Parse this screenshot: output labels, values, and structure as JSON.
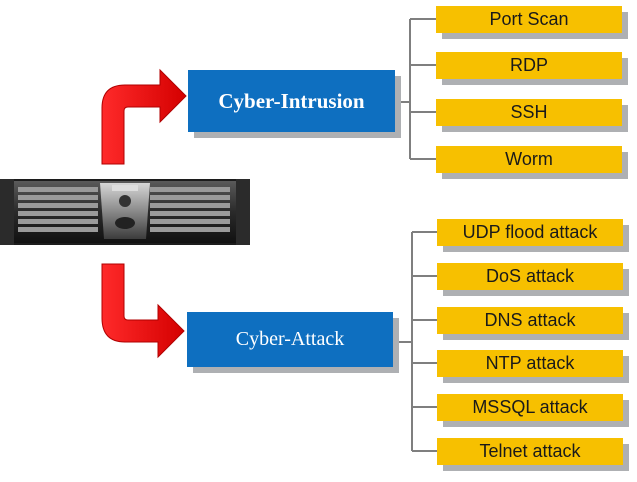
{
  "intrusion": {
    "label": "Cyber-Intrusion",
    "items": [
      "Port Scan",
      "RDP",
      "SSH",
      "Worm"
    ]
  },
  "attack": {
    "label": "Cyber-Attack",
    "items": [
      "UDP flood attack",
      "DoS attack",
      "DNS attack",
      "NTP attack",
      "MSSQL attack",
      "Telnet attack"
    ]
  },
  "colors": {
    "category_box": "#0e6fc0",
    "leaf_box": "#f7c000",
    "arrow": "#e60000",
    "shadow": "#aeb0b3",
    "connector": "#7f7f7f"
  },
  "icons": {
    "server": "rack-server-icon",
    "arrow_up": "curved-arrow-up-right-icon",
    "arrow_down": "curved-arrow-down-right-icon"
  }
}
